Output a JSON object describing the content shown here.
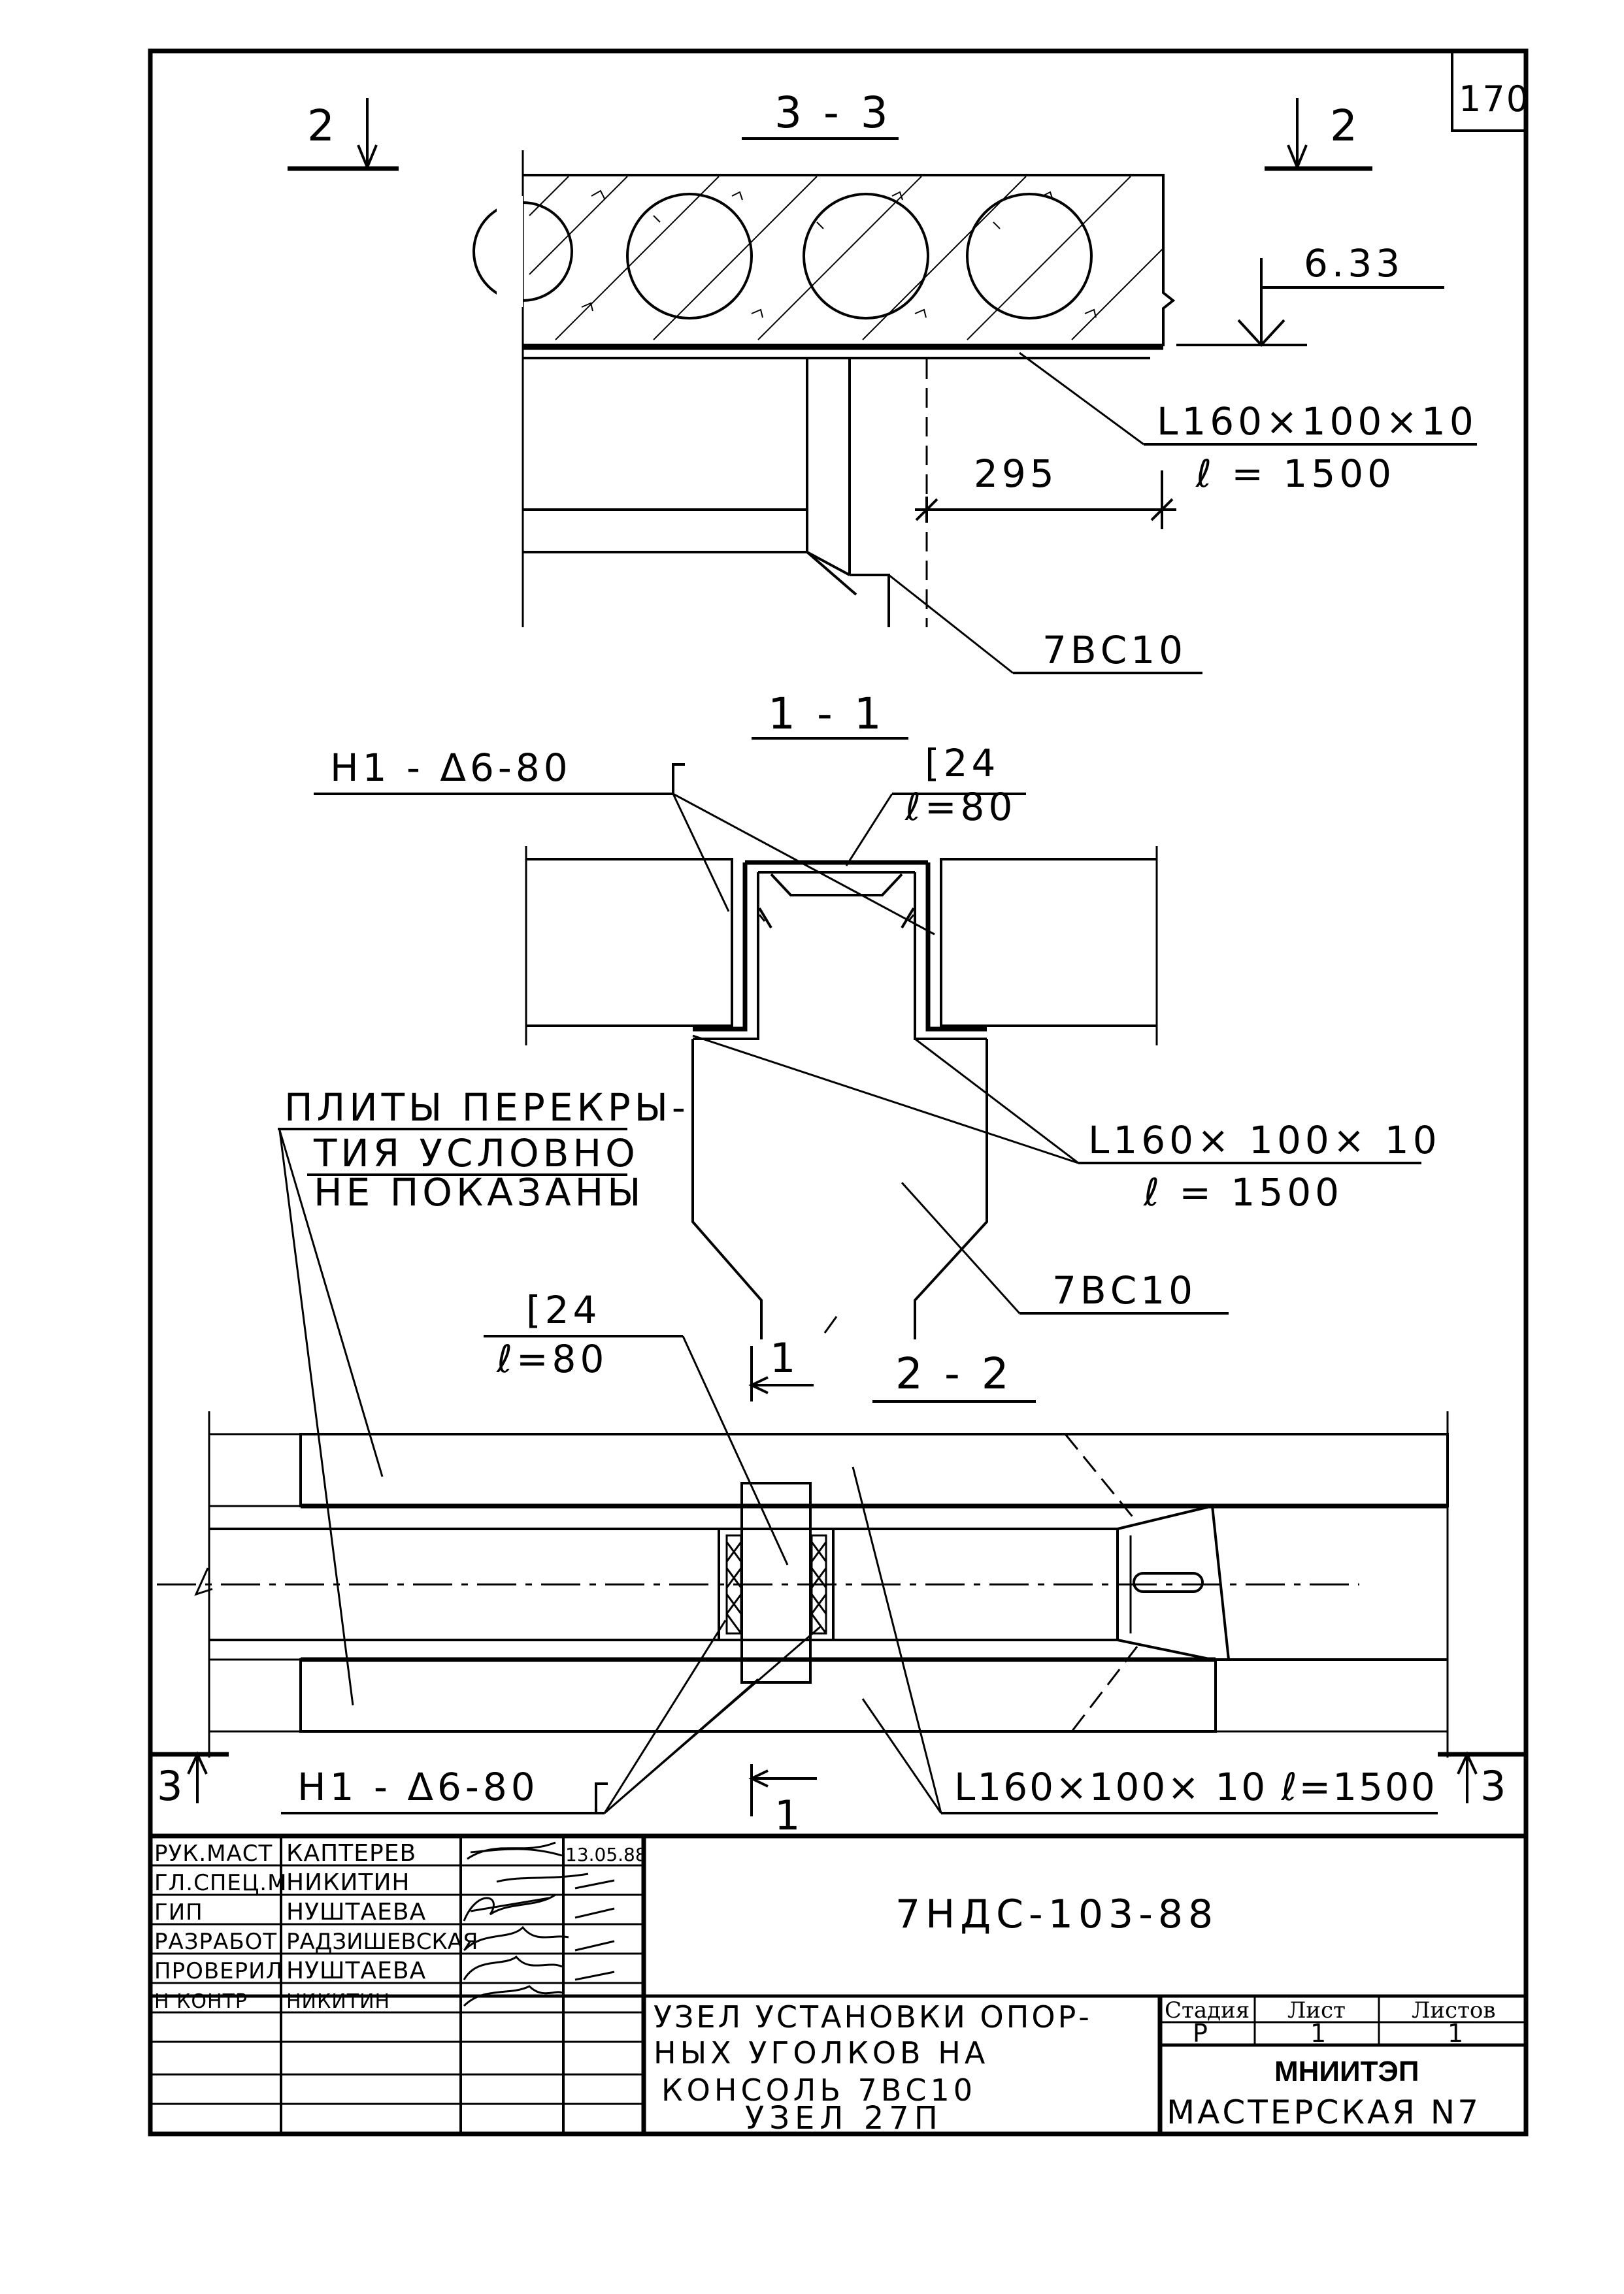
{
  "sheet_number": "170",
  "section_3_3": {
    "title": "3 - 3",
    "cut_mark": "2",
    "elevation": "6.33",
    "angle_profile": "L160×100×10",
    "angle_length": "ℓ = 1500",
    "dimension": "295",
    "console": "7ВС10"
  },
  "section_1_1": {
    "title": "1 - 1",
    "weld": "Н1 - Δ6-80",
    "channel": "[24",
    "channel_length": "ℓ=80",
    "angle_profile": "L160× 100× 10",
    "angle_length": "ℓ = 1500",
    "console": "7ВС10"
  },
  "note": {
    "line1": "ПЛИТЫ ПЕРЕКРЫ-",
    "line2": "ТИЯ УСЛОВНО",
    "line3": "НЕ ПОКАЗАНЫ"
  },
  "section_2_2": {
    "title": "2 - 2",
    "cut_mark_1": "1",
    "channel": "[24",
    "channel_length": "ℓ=80",
    "weld": "Н1 - Δ6-80",
    "angle_callout": "L160×100× 10 ℓ=1500",
    "cut_mark_3": "3"
  },
  "title_block": {
    "rows": [
      {
        "role": "РУК.МАСТ",
        "name": "КАПТЕРЕВ",
        "date": "13.05.88"
      },
      {
        "role": "ГЛ.СПЕЦ.М",
        "name": "НИКИТИН",
        "date": ""
      },
      {
        "role": "ГИП",
        "name": "НУШТАЕВА",
        "date": ""
      },
      {
        "role": "РАЗРАБОТ",
        "name": "РАДЗИШЕВСКАЯ",
        "date": ""
      },
      {
        "role": "ПРОВЕРИЛ",
        "name": "НУШТАЕВА",
        "date": ""
      },
      {
        "role": "Н КОНТР",
        "name": "НИКИТИН",
        "date": ""
      }
    ],
    "document_code": "7НДС-103-88",
    "description_1": "УЗЕЛ УСТАНОВКИ ОПОР-",
    "description_2": "НЫХ УГОЛКОВ НА",
    "description_3": "КОНСОЛЬ 7ВС10",
    "node": "УЗЕЛ 27П",
    "stage_label": "Стадия",
    "sheet_label": "Лист",
    "sheets_label": "Листов",
    "stage": "Р",
    "sheet": "1",
    "sheets": "1",
    "organization": "МНИИТЭП",
    "workshop": "МАСТЕРСКАЯ N7"
  }
}
